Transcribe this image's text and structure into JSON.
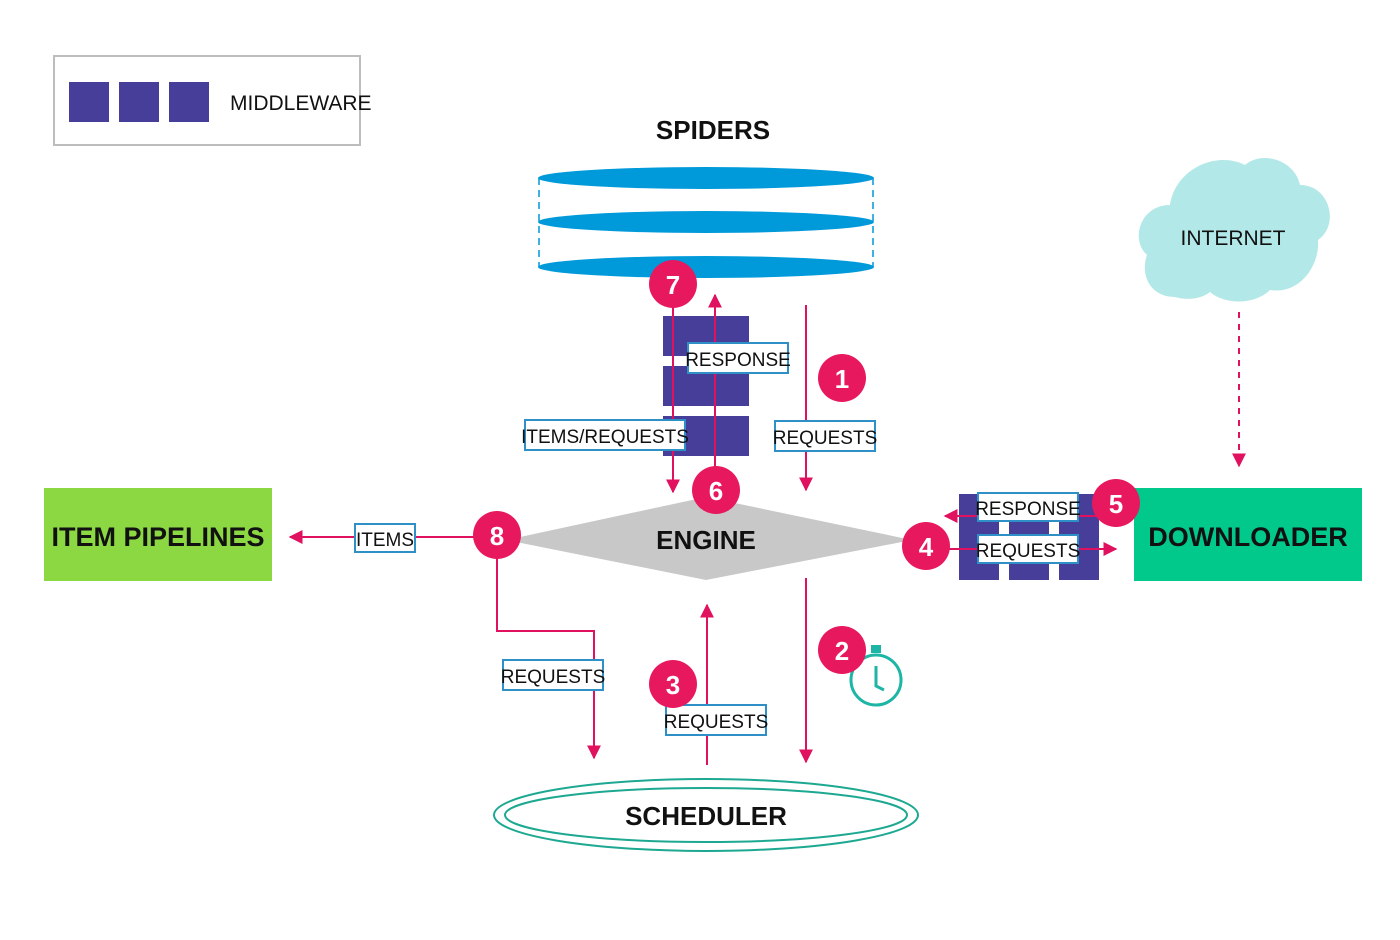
{
  "legend": {
    "label": "MIDDLEWARE"
  },
  "nodes": {
    "spiders": "SPIDERS",
    "engine": "ENGINE",
    "scheduler": "SCHEDULER",
    "downloader": "DOWNLOADER",
    "item_pipelines": "ITEM PIPELINES",
    "internet": "INTERNET"
  },
  "flow_labels": {
    "requests_1": "REQUESTS",
    "response_spider": "RESPONSE",
    "items_requests": "ITEMS/REQUESTS",
    "items": "ITEMS",
    "requests_scheduler_8": "REQUESTS",
    "requests_scheduler_3": "REQUESTS",
    "response_downloader": "RESPONSE",
    "requests_downloader": "REQUESTS"
  },
  "steps": [
    "1",
    "2",
    "3",
    "4",
    "5",
    "6",
    "7",
    "8"
  ],
  "colors": {
    "middleware": "#473E9A",
    "spiders": "#0099D9",
    "engine": "#C8C8C8",
    "scheduler": "#1DA891",
    "downloader": "#00C98B",
    "item_pipelines": "#8CD843",
    "internet": "#B3E8E8",
    "arrow": "#E0125F",
    "step_badge": "#E8185F",
    "label_border": "#2F8FC7"
  },
  "icons": {
    "timer": "stopwatch-icon"
  }
}
